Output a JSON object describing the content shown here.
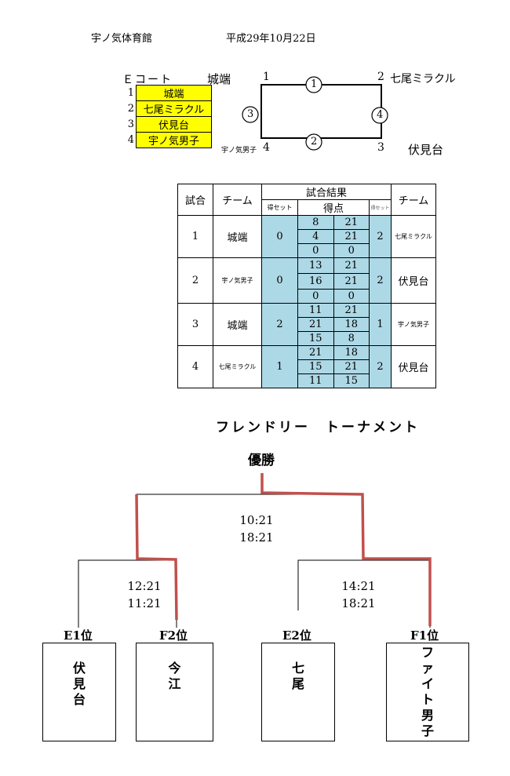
{
  "header": {
    "venue": "宇ノ気体育館",
    "date": "平成29年10月22日"
  },
  "court": {
    "label": "Ｅコート",
    "teams": [
      {
        "num": "1",
        "name": "城端"
      },
      {
        "num": "2",
        "name": "七尾ミラクル"
      },
      {
        "num": "3",
        "name": "伏見台"
      },
      {
        "num": "4",
        "name": "宇ノ気男子"
      }
    ]
  },
  "diagram": {
    "tl_team": "城端",
    "tl_num": "1",
    "tr_num": "2",
    "tr_team": "七尾ミラクル",
    "bl_team": "宇ノ気男子",
    "bl_num": "4",
    "br_num": "3",
    "br_team": "伏見台",
    "m_top": "1",
    "m_bottom": "2",
    "m_left": "3",
    "m_right": "4"
  },
  "results": {
    "h_match": "試合",
    "h_team": "チーム",
    "h_result": "試合結果",
    "h_set_left": "得セット",
    "h_points": "得点",
    "h_set_right": "得セット",
    "rows": [
      {
        "match": "1",
        "team_left": "城端",
        "set_left": "0",
        "scores": [
          [
            "8",
            "21"
          ],
          [
            "4",
            "21"
          ],
          [
            "0",
            "0"
          ]
        ],
        "set_right": "2",
        "team_right": "七尾ミラクル"
      },
      {
        "match": "2",
        "team_left": "宇ノ気男子",
        "set_left": "0",
        "scores": [
          [
            "13",
            "21"
          ],
          [
            "16",
            "21"
          ],
          [
            "0",
            "0"
          ]
        ],
        "set_right": "2",
        "team_right": "伏見台"
      },
      {
        "match": "3",
        "team_left": "城端",
        "set_left": "2",
        "scores": [
          [
            "11",
            "21"
          ],
          [
            "21",
            "18"
          ],
          [
            "15",
            "8"
          ]
        ],
        "set_right": "1",
        "team_right": "宇ノ気男子"
      },
      {
        "match": "4",
        "team_left": "七尾ミラクル",
        "set_left": "1",
        "scores": [
          [
            "21",
            "18"
          ],
          [
            "15",
            "21"
          ],
          [
            "11",
            "15"
          ]
        ],
        "set_right": "2",
        "team_right": "伏見台"
      }
    ]
  },
  "tournament": {
    "title": "フレンドリー　トーナメント",
    "champion": "優勝",
    "final_score_1": "10:21",
    "final_score_2": "18:21",
    "semi_left_score_1": "12:21",
    "semi_left_score_2": "11:21",
    "semi_right_score_1": "14:21",
    "semi_right_score_2": "18:21",
    "seeds": [
      {
        "rank": "E1位",
        "name": "伏見台"
      },
      {
        "rank": "F2位",
        "name": "今江"
      },
      {
        "rank": "E2位",
        "name": "七尾"
      },
      {
        "rank": "F1位",
        "name": "ファイト男子"
      }
    ],
    "winner_color": "#c0504d"
  }
}
